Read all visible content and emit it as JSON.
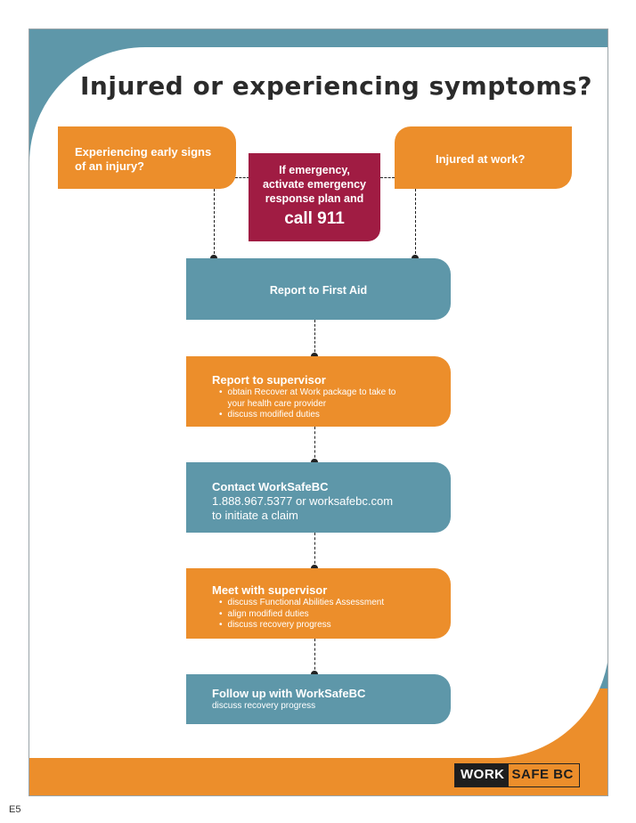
{
  "title": "Injured or experiencing symptoms?",
  "early_signs": {
    "line1": "Experiencing early signs",
    "line2": "of an injury?"
  },
  "injured_at_work": "Injured at work?",
  "emergency": {
    "line1": "If emergency,",
    "line2": "activate emergency",
    "line3": "response plan and",
    "call": "call 911"
  },
  "steps": [
    {
      "title": "Report to First Aid"
    },
    {
      "title": "Report to supervisor",
      "bullets": [
        {
          "line1": "obtain Recover at Work package to take to",
          "line2": "your health care provider"
        },
        {
          "line1": "discuss modified duties"
        }
      ]
    },
    {
      "title": "Contact WorkSafeBC",
      "line1": "1.888.967.5377 or worksafebc.com",
      "line2": "to initiate a claim"
    },
    {
      "title": "Meet with supervisor",
      "bullets": [
        {
          "line1": "discuss Functional Abilities Assessment"
        },
        {
          "line1": "align modified duties"
        },
        {
          "line1": "discuss recovery progress"
        }
      ]
    },
    {
      "title": "Follow up with WorkSafeBC",
      "subtitle": "discuss recovery progress"
    }
  ],
  "logo": {
    "part1": "WORK",
    "part2": "SAFE BC"
  },
  "page_number": "E5",
  "colors": {
    "orange": "#ec8e2b",
    "teal": "#5e97a9",
    "crimson": "#a01c43"
  }
}
